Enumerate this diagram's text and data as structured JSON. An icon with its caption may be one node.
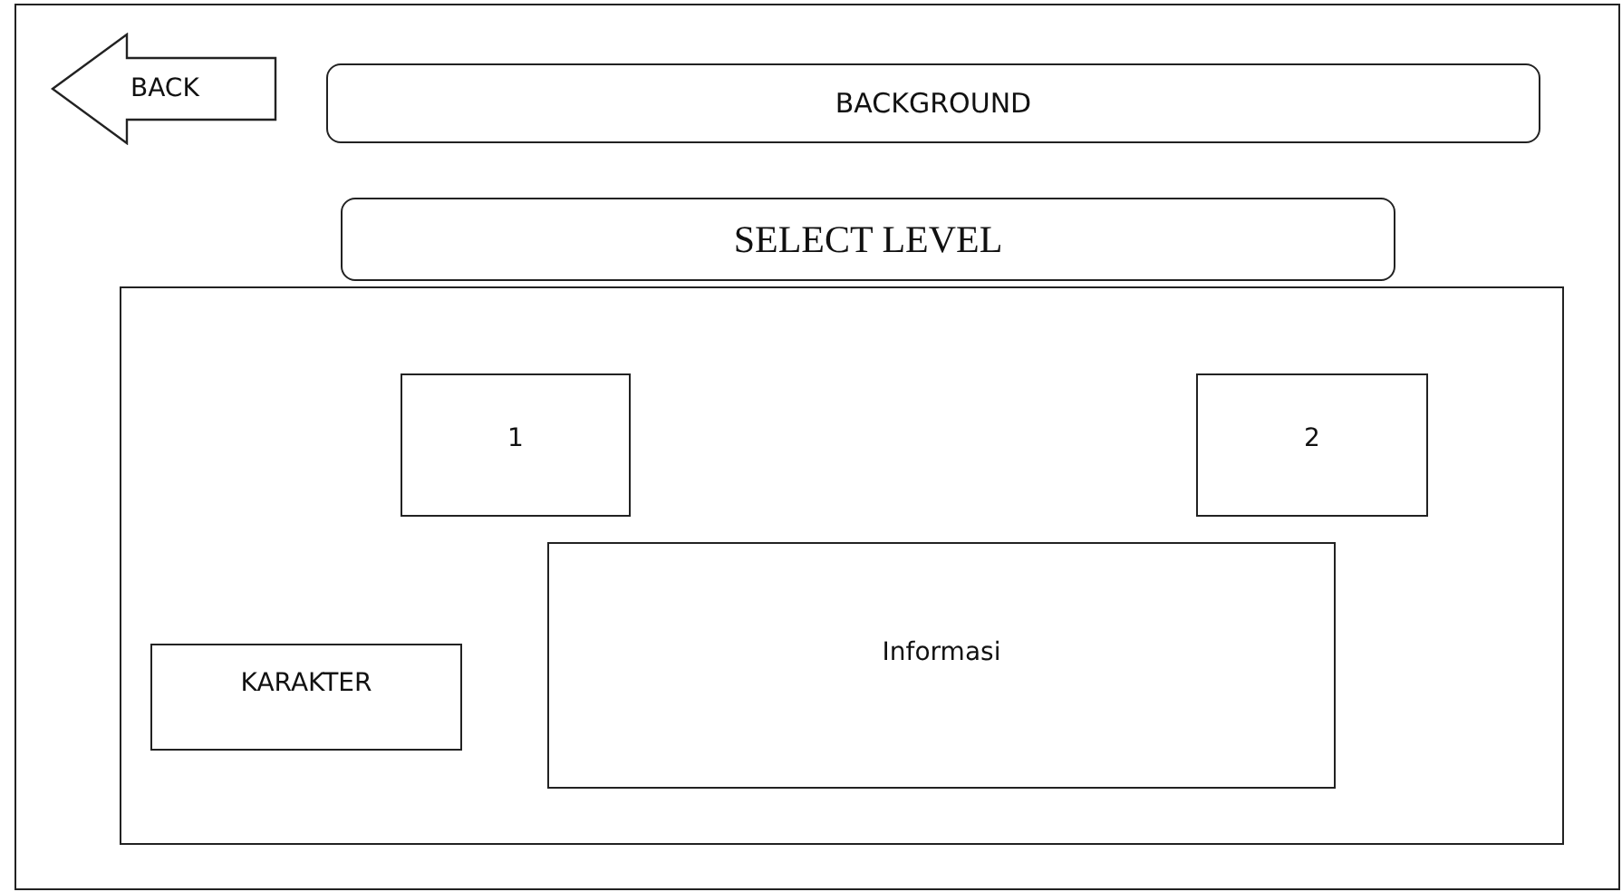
{
  "diagram": {
    "nodes": [
      {
        "text": [],
        "shape": "box"
      },
      {
        "text": [
          "BACK"
        ],
        "in": 0
      },
      {
        "text": [
          "BACKGROUND"
        ],
        "in": 0
      },
      {
        "text": [
          "SELECT LEVEL"
        ],
        "in": 0
      },
      {
        "text": [],
        "shape": "box",
        "in": 0
      },
      {
        "text": [
          "1"
        ],
        "in": 4
      },
      {
        "text": [
          "2"
        ],
        "in": 4
      },
      {
        "text": [
          "Informasi"
        ],
        "in": 4
      },
      {
        "text": [
          "KARAKTER"
        ],
        "in": 4
      }
    ],
    "edges": []
  }
}
